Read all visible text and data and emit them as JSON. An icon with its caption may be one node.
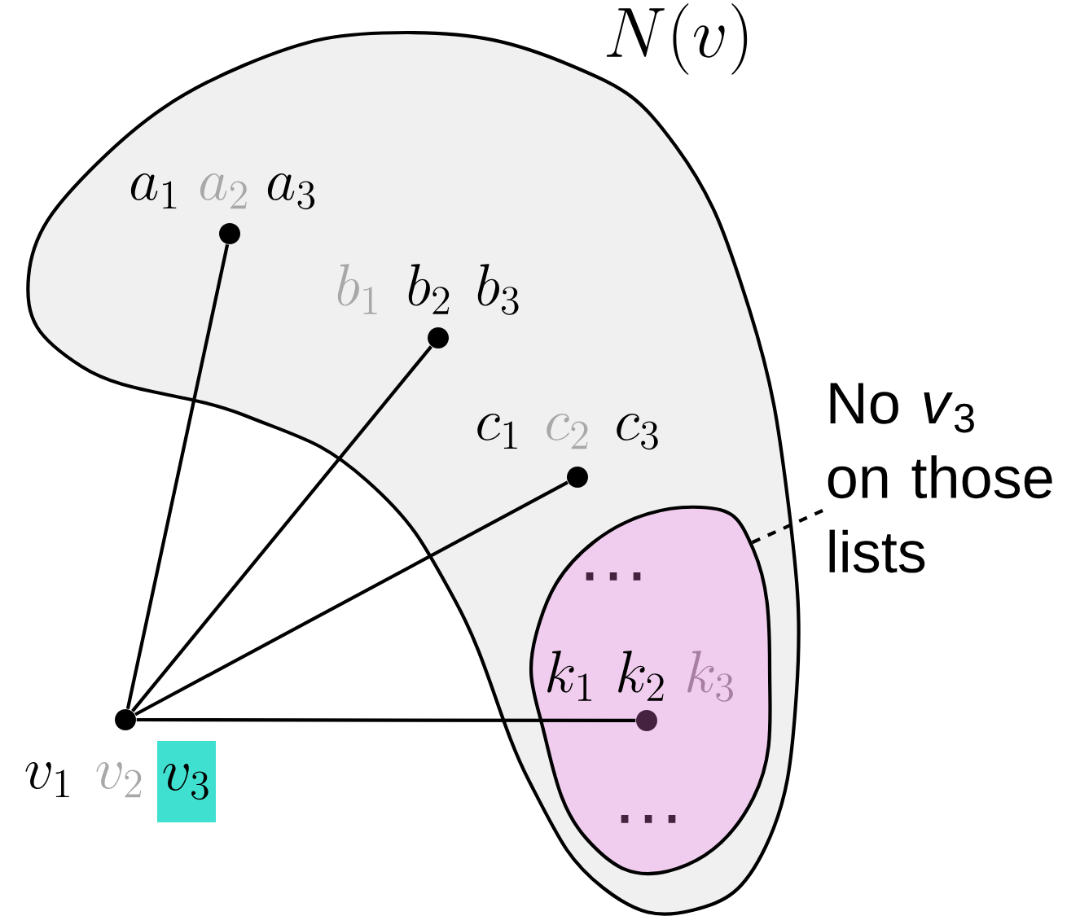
{
  "diagram": {
    "nodes": [
      {
        "text": [
          "N(v)"
        ]
      },
      {
        "text": [],
        "shape": "cloud",
        "in": 0
      },
      {
        "text": [],
        "shape": "circle",
        "in": 0,
        "beside": [
          "a_1",
          "a_2",
          "a_3"
        ]
      },
      {
        "text": [],
        "shape": "circle",
        "in": 0,
        "beside": [
          "b_1",
          "b_2",
          "b_3"
        ]
      },
      {
        "text": [],
        "shape": "circle",
        "in": 0,
        "beside": [
          "c_1",
          "c_2",
          "c_3"
        ]
      },
      {
        "text": [],
        "shape": "circle",
        "in": 1,
        "beside": [
          "k_1",
          "k_2",
          "k_3"
        ]
      },
      {
        "text": [],
        "shape": "circle",
        "beside": [
          "v_1",
          "v_2",
          "v_3"
        ]
      },
      {
        "text": [
          "No *v*$_{3}$ on those lists"
        ]
      }
    ],
    "edges": [
      {
        "from": 6,
        "to": 2,
        "arrow": "none"
      },
      {
        "from": 6,
        "to": 3,
        "arrow": "none"
      },
      {
        "from": 6,
        "to": 4,
        "arrow": "none"
      },
      {
        "from": 6,
        "to": 5,
        "arrow": "none"
      },
      {
        "from": 7,
        "to": 1,
        "arrow": "none",
        "style": "dashed"
      }
    ],
    "labels": [
      "…",
      "…"
    ]
  }
}
